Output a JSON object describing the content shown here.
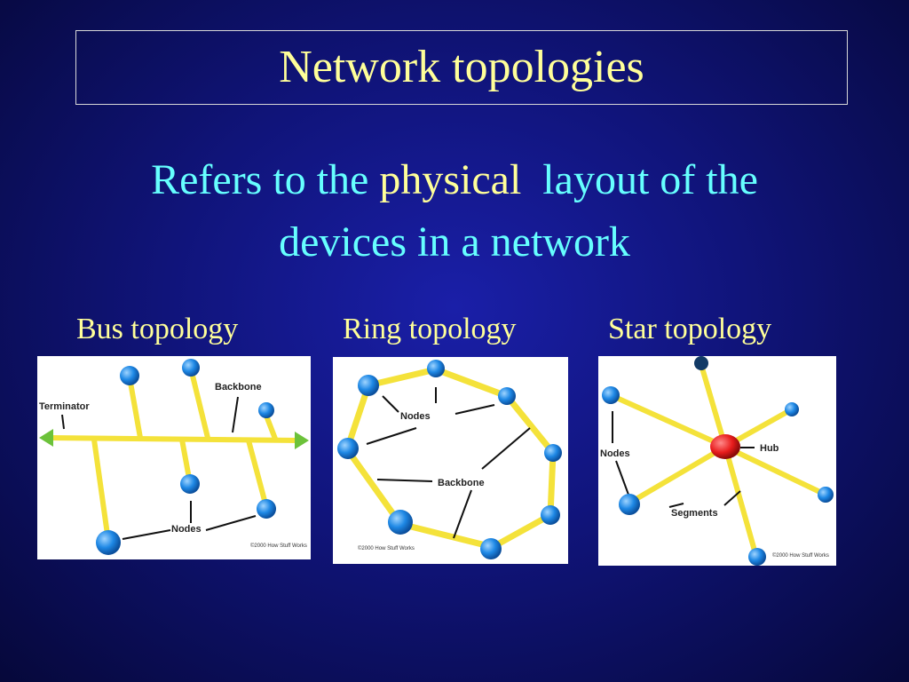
{
  "slide": {
    "title": "Network topologies",
    "subtitle": {
      "part1": "Refers to the ",
      "part2": "physical",
      "part3": "  layout of the",
      "line2": "devices in a network"
    }
  },
  "diagrams": {
    "bus": {
      "heading": "Bus topology",
      "terminator": "Terminator",
      "backbone": "Backbone",
      "nodes": "Nodes",
      "copyright": "©2000 How Stuff Works"
    },
    "ring": {
      "heading": "Ring topology",
      "nodes": "Nodes",
      "backbone": "Backbone",
      "copyright": "©2000 How Stuff Works"
    },
    "star": {
      "heading": "Star topology",
      "nodes": "Nodes",
      "hub": "Hub",
      "segments": "Segments",
      "copyright": "©2000 How Stuff Works"
    }
  },
  "colors": {
    "title": "#ffff99",
    "subtitle": "#66ffff",
    "node": "#1e88e5",
    "link": "#f4e23a",
    "hub": "#e81c1c",
    "terminator": "#6cc23a"
  }
}
